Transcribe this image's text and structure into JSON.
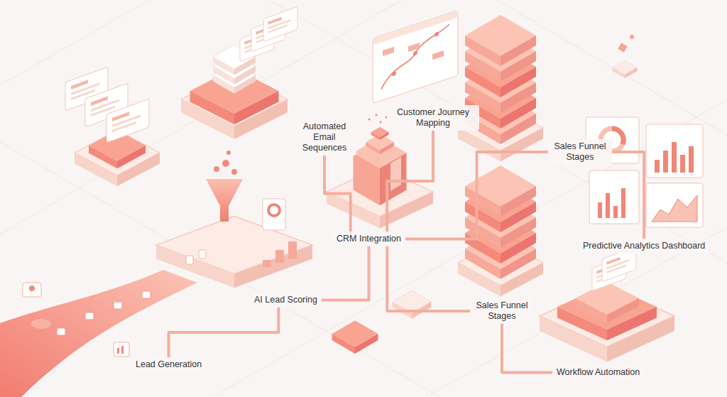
{
  "diagram": {
    "nodes": [
      {
        "text": [
          "Lead Generation"
        ]
      },
      {
        "text": [
          "AI Lead Scoring"
        ]
      },
      {
        "text": [
          "CRM Integration"
        ]
      },
      {
        "text": [
          "Automated Email Sequences"
        ]
      },
      {
        "text": [
          "Customer Journey Mapping"
        ]
      },
      {
        "text": [
          "Sales Funnel Stages"
        ]
      },
      {
        "text": [
          "Sales Funnel Stages"
        ]
      },
      {
        "text": [
          "Predictive Analytics Dashboard"
        ]
      },
      {
        "text": [
          "Workflow Automation"
        ]
      }
    ],
    "edges": [
      {
        "from": 0,
        "to": 1,
        "arrow": "none"
      },
      {
        "from": 1,
        "to": 2,
        "arrow": "none"
      },
      {
        "from": 2,
        "to": 3,
        "arrow": "none"
      },
      {
        "from": 2,
        "to": 4,
        "arrow": "none"
      },
      {
        "from": 2,
        "to": 5,
        "arrow": "none"
      },
      {
        "from": 2,
        "to": 6,
        "arrow": "none"
      },
      {
        "from": 6,
        "to": 8,
        "arrow": "none"
      },
      {
        "from": 5,
        "to": 7,
        "arrow": "none"
      }
    ]
  }
}
